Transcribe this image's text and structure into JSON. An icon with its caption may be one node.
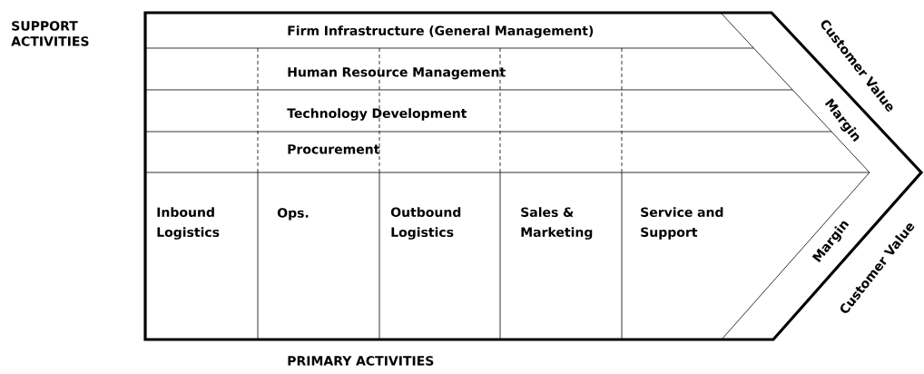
{
  "diagram": {
    "nodes": [
      {
        "text": [
          "Firm Infrastructure (General Management)"
        ]
      },
      {
        "text": [
          "Human Resource Management"
        ]
      },
      {
        "text": [
          "Technology Development"
        ]
      },
      {
        "text": [
          "Procurement"
        ]
      },
      {
        "text": [
          "Inbound Logistics"
        ]
      },
      {
        "text": [
          "Ops."
        ]
      },
      {
        "text": [
          "Outbound Logistics"
        ]
      },
      {
        "text": [
          "Sales & Marketing"
        ]
      },
      {
        "text": [
          "Service and Support"
        ]
      }
    ],
    "edges": [],
    "labels": [
      "SUPPORT ACTIVITIES",
      "Customer Value",
      "Margin",
      "Margin",
      "Customer Value",
      "PRIMARY ACTIVITIES"
    ]
  }
}
